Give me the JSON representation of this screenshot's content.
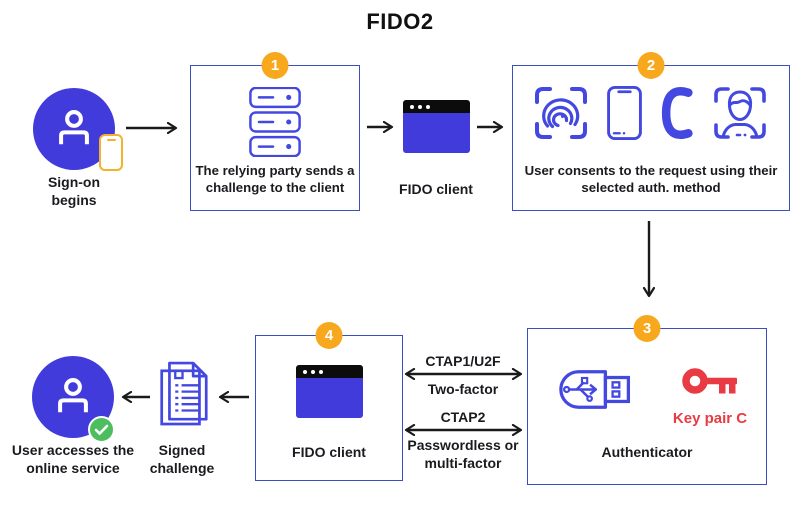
{
  "title": "FIDO2",
  "nodes": {
    "sign_on": {
      "label": "Sign-on begins"
    },
    "relying_party": {
      "badge": "1",
      "text": "The relying party sends a challenge to the client"
    },
    "fido_client_top": {
      "label": "FIDO client"
    },
    "user_consent": {
      "badge": "2",
      "text": "User consents to the request using their selected auth. method"
    },
    "authenticator": {
      "badge": "3",
      "key_label": "Key pair C",
      "label": "Authenticator"
    },
    "fido_client_bottom": {
      "badge": "4",
      "label": "FIDO client"
    },
    "signed_challenge": {
      "label": "Signed challenge"
    },
    "user_access": {
      "label": "User accesses the online service"
    }
  },
  "connections": {
    "ctap1": {
      "protocol": "CTAP1/U2F",
      "mode": "Two-factor"
    },
    "ctap2": {
      "protocol": "CTAP2",
      "mode": "Passwordless or multi-factor"
    }
  },
  "icons": [
    "user-icon",
    "smartphone-icon",
    "server-icon",
    "browser-icon",
    "fingerprint-scan-icon",
    "phone-handset-icon",
    "face-scan-icon",
    "usb-drive-icon",
    "key-icon",
    "document-icon",
    "check-icon"
  ],
  "colors": {
    "primary_blue": "#413bdb",
    "icon_blue": "#4348e0",
    "box_border": "#3d4dc2",
    "badge_orange": "#f8a81d",
    "phone_orange": "#f3b229",
    "success_green": "#4dbe5f",
    "key_red": "#e83b43",
    "text_dark": "#1a1b1f"
  }
}
